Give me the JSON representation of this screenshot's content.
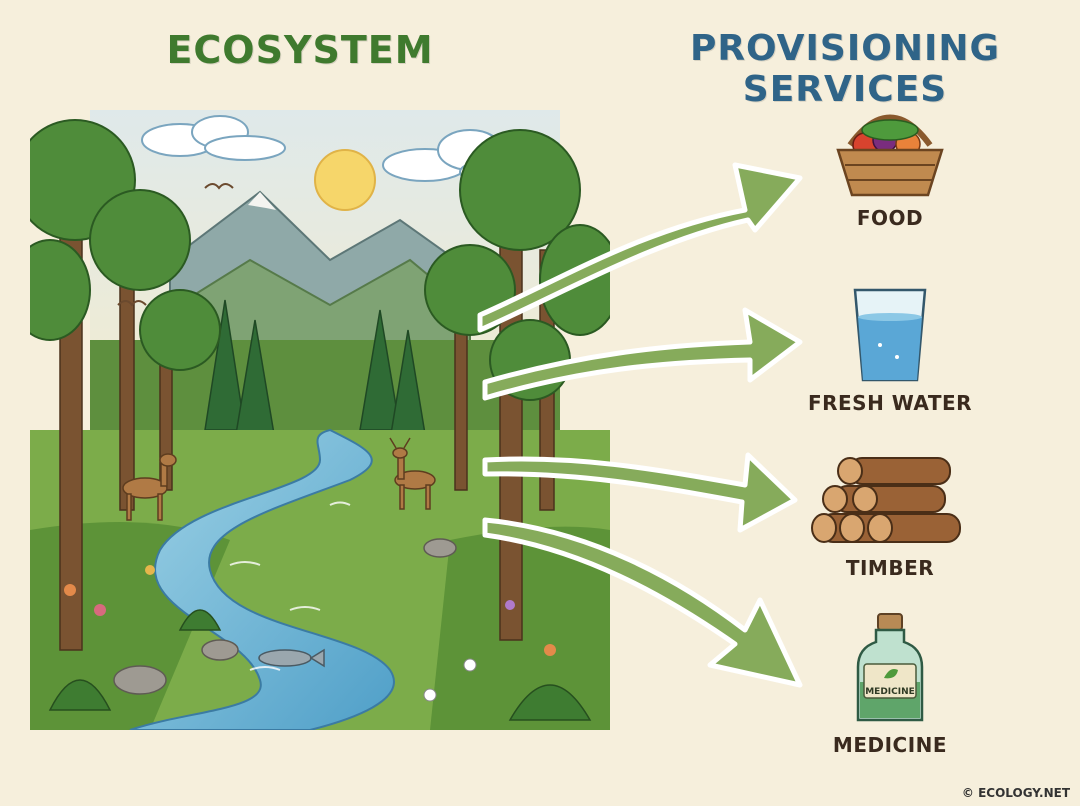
{
  "titles": {
    "ecosystem": "ECOSYSTEM",
    "services": "PROVISIONING SERVICES"
  },
  "services": [
    {
      "label": "FOOD",
      "icon": "basket-icon"
    },
    {
      "label": "FRESH WATER",
      "icon": "water-glass-icon"
    },
    {
      "label": "TIMBER",
      "icon": "logs-icon"
    },
    {
      "label": "MEDICINE",
      "icon": "medicine-bottle-icon",
      "bottle_label": "MEDICINE"
    }
  ],
  "credit": "© ECOLOGY.NET",
  "colors": {
    "ecosystem_title": "#3f7a2e",
    "services_title": "#2f6488",
    "arrow_fill": "#86ab5b",
    "background": "#f6efdc"
  }
}
